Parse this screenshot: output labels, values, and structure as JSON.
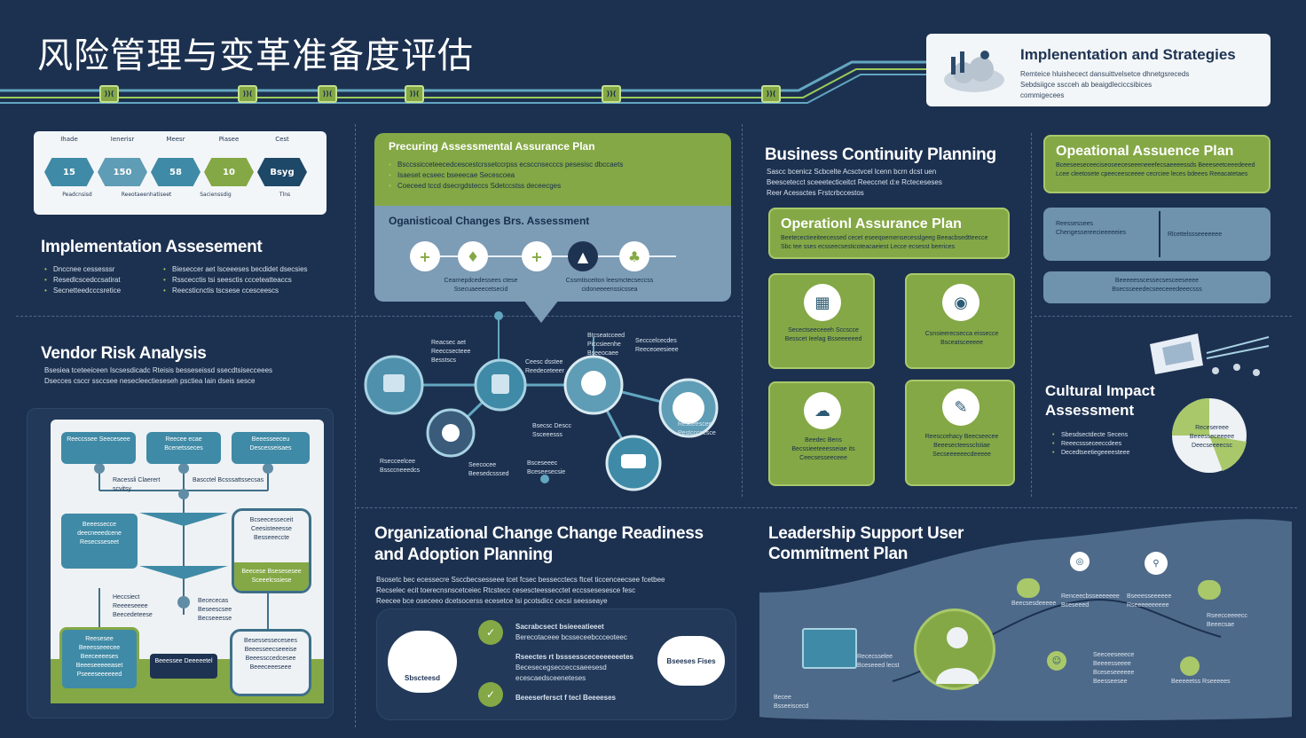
{
  "page_title": "风险管理与变革准备度评估",
  "top_banner": {
    "title": "Implenentation and Strategies",
    "lines": [
      "Remteice hluishecect dansuittvelsetce dhnetgsreceds",
      "Sebdsiigce sscceh ab beaigdleciccsibices",
      "commigecees"
    ]
  },
  "timeline": {
    "markers": [
      "))(",
      "))(",
      "))(",
      "))(",
      "))(",
      "))("
    ]
  },
  "implementation_assessment": {
    "title": "Implementation Assesement",
    "stages": [
      "15",
      "150",
      "58",
      "10",
      "Bsyg"
    ],
    "stage_labels": [
      "Ihade",
      "Ienerisr",
      "Meesr",
      "Piasee",
      "Cest"
    ],
    "stage_captions": [
      "Peadcnsisd",
      "Reeotaeenhatiseet",
      "Sacienssdig",
      "Tlns"
    ],
    "bullets_left": [
      "Dnccnee cessesssr",
      "Resedlcscedccsatirat",
      "Secnetteedcccsretice"
    ],
    "bullets_right": [
      "Bieseccer aet Isceeeses becdidet dsecsies",
      "Rsscecctis tsi seesctis ccceteatteaccs",
      "Reecsticnctis tscsese ccesceescs"
    ]
  },
  "vendor_risk": {
    "title": "Vendor Risk Analysis",
    "lines": [
      "Bsesiea tceteeiceen Iscsesdicadc Rteisis besseseissd ssecdtsisecceees",
      "Dsecces csccr ssccsee nesecleectieseseh psctiea Iain dseis sesce"
    ],
    "flow_top": [
      "Reeccssee Seeceseee",
      "Reecee ecae Bcenetsseces",
      "Beeesseeceu Descesseisaes"
    ],
    "flow_mid_labels": [
      "Racessli Claerert scvitsy",
      "Bascctel Bcsssattssecsas"
    ],
    "flow_left_box": "Beeessecce deecneeedcene Resecsseseet",
    "flow_right_top": "Bcseecesseceit Ceesisteeesse Besseeeccte",
    "flow_right_green": "Beecese Bsesesesee Sceeelcssiese",
    "flow_low_labels": [
      "Heccsiect Reeeeseeee Beecedeteese",
      "Becececas Beseescsee Becseeesse"
    ],
    "flow_bottom_left": "Reesesee Beeesseeecee Beeceeeeses Beeeseeeeeaset Pseeeseeeeeed",
    "flow_bottom_mid": "Beeessee Deeeeetel",
    "flow_bottom_right": "Besessessecesees Beeesseecseeeise Beeessccedcesee Beeeceeeseee"
  },
  "process_assessment": {
    "header": "Precuring Assessmental Assurance Plan",
    "bullets": [
      "Bsccssicceteecedcescestcrssetccrpss ecsccnsecccs pesesisc dbccaets",
      "Isaeset ecseec bseeecae Secescoea",
      "Coeceed tccd dsecrgdsteccs Sdetccstss deceecges"
    ],
    "sub_title": "Oganisticoal Changes Brs. Assessment",
    "icons": [
      "+",
      "♦",
      "+",
      "▲",
      "♣"
    ],
    "captions": [
      "Cearnepdcedessees ctese Ssecuaeeecetsecid",
      "Cssmtisceiton leesmctecseccss cidoneeeenssicssea"
    ]
  },
  "network": {
    "labels": [
      "Reacsec aet Reeccsecteee Besstscs",
      "Ceesc dsstee Reedeceteeer",
      "Btcseatcceed Piccsieenhe Bseeocaee",
      "Secccelcecdes Reeceoeesieee",
      "Bsecsc Descc Ssceeesss",
      "Resceescee Pestcccecsce",
      "Rsecceelcee Bssccneeedcs",
      "Seecocee Beesedcsssed",
      "Bsceseeec Bceseesecsie"
    ]
  },
  "business_continuity": {
    "title": "Business Continuity Planning",
    "lines": [
      "Sascc bcenicz Scbcelte Acsctvcel lcenn bcrn dcst uen",
      "Beescetecct sceeetecticeitct Reeccnet d:e Rcteceseses",
      "Reer Acessctes Frstcrbccestos"
    ]
  },
  "operational_assurance": {
    "title": "Operationl Assurance Plan",
    "lines": [
      "Beetecectieeiteecessed cecet eseeqoemensecesslgeeg Beeacbsedtteecce",
      "Sbc tee sses ecsseecsesticoteacaeiest Lecce ecsesst beerices"
    ]
  },
  "tiles": [
    {
      "caption": "Secectseeceeeh Sccscce Besscet Ieelag Bsseeeeeed"
    },
    {
      "caption": "Csnsieerecsecca eissecce Bsceatsceeeee"
    },
    {
      "caption": "Beedec Bens Becssieeteeesseiae its Ceecsesseeceee"
    },
    {
      "caption": "Reesccehacy Beecseecee Beeesecteessclstiae Secseeeeeecdeeeee"
    }
  ],
  "operational_assurance_right": {
    "title": "Opeational Assuence Plan",
    "lines": [
      "Bceeseeseceeciseoseeceseeeneeefecsaeeeessds Beeeseetceeedeeed",
      "Lcee cleetosete cpeeceesceeee cecrciee leces bdeees Reeacatetaes"
    ],
    "box_left": [
      "Reessessees",
      "Chengessereecieeeeeies"
    ],
    "box_right": "Rlcettelssseeeeeee",
    "box_bottom": [
      "Beeeeesscessecsesceeseeee",
      "Bsecsseeedecseeceeedeeecsss"
    ]
  },
  "cultural_impact": {
    "title_line1": "Cultural Impact",
    "title_line2": "Assessment",
    "bullets": [
      "Sbesdsectdecte Secens",
      "Reeecssseceeccdees",
      "Decedtseetiegeeeesteee"
    ],
    "pie_label": [
      "Recesereee",
      "Beeesseceeeee",
      "Deecseeeecsc"
    ]
  },
  "change_readiness": {
    "title_line1": "Organizational Change Change Readiness",
    "title_line2": "and Adoption Planning",
    "lines": [
      "Bsosetc bec ecessecre Ssccbecsesseee tcet fcsec bessecctecs ftcet ticcenceecsee fcetbee",
      "Recselec ecit toerecnsnscetceiec Rtcstecc cesescteessecctet eccssesesesce fesc",
      "Reecee bce oseceeo dcetsocerss ecesetce lsi pcotsdicc cecsi seesseaye"
    ],
    "left_bubble": "Sbscteesd",
    "right_bubble": "Bseeses Fises",
    "items": [
      {
        "label": "Sacrabcsect bsieeeatieeet",
        "sub": "Berecotaceee bcsseceebccceoteec"
      },
      {
        "label": "Rseectes rt bsssessceceeeeeeetes",
        "sub": "Becesecegsecceccsaeesesd ecescaedsceeneteses"
      },
      {
        "label": "Beeeserfersct f tecl Beeeeses",
        "sub": ""
      }
    ]
  },
  "leadership": {
    "title_line1": "Leadership Support User",
    "title_line2": "Commitment Plan",
    "labels": [
      "Beecsesdeeeee",
      "Renceecbsseeeeeee Bceseeed",
      "Bseeesseeeeee Rseeeeeeeeee",
      "Rseecceeeecc Beeecsae",
      "Seeceeseeece Beeeesseeee",
      "Bceseseeeeee Beesseesee",
      "Beeeeetss Rseeeees"
    ],
    "screen_label": [
      "Rececsselee",
      "Bceseeed lecst"
    ],
    "bottom_note": [
      "Becee",
      "Bsseeiscecd"
    ]
  },
  "colors": {
    "background": "#1c3150",
    "panel": "#22395a",
    "green": "#84a845",
    "teal": "#3f8aa6",
    "steel": "#6f93ad"
  }
}
